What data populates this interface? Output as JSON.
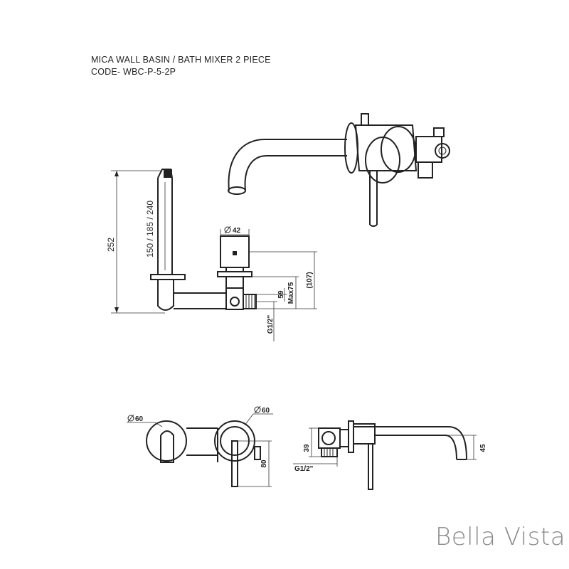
{
  "title": {
    "line1": "MICA WALL BASIN / BATH MIXER 2 PIECE",
    "line2": "CODE- WBC-P-5-2P"
  },
  "dimensions": {
    "overall_height": "252",
    "spout_lengths": "150 / 185 / 240",
    "body_diameter": "42",
    "depth_total": "(107)",
    "max_depth": "Max75",
    "inlet_offset": "59",
    "inlet_thread_side": "G1/2\"",
    "plate_left_diameter": "60",
    "plate_right_diameter": "60",
    "handle_length": "80",
    "body_height": "39",
    "inlet_thread_bottom": "G1/2\"",
    "spout_drop": "45"
  },
  "brand": {
    "name": "Bella Vista"
  }
}
